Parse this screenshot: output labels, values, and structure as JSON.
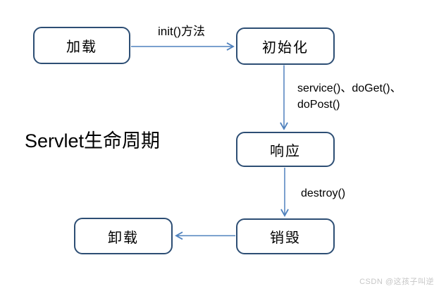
{
  "diagram": {
    "title": "Servlet生命周期",
    "nodes": [
      {
        "id": "load",
        "label": "加载"
      },
      {
        "id": "init",
        "label": "初始化"
      },
      {
        "id": "respond",
        "label": "响应"
      },
      {
        "id": "destroy",
        "label": "销毁"
      },
      {
        "id": "unload",
        "label": "卸载"
      }
    ],
    "edges": [
      {
        "from": "load",
        "to": "init",
        "label": "init()方法"
      },
      {
        "from": "init",
        "to": "respond",
        "label": "service()、doGet()、doPost()"
      },
      {
        "from": "respond",
        "to": "destroy",
        "label": "destroy()"
      },
      {
        "from": "destroy",
        "to": "unload",
        "label": ""
      }
    ],
    "colors": {
      "box_border": "#2d4e74",
      "arrow": "#4f81bd",
      "text": "#000000",
      "watermark": "#c6c6c6",
      "bg": "#ffffff"
    }
  },
  "watermark": {
    "text": "CSDN @这孩子叫逆"
  }
}
